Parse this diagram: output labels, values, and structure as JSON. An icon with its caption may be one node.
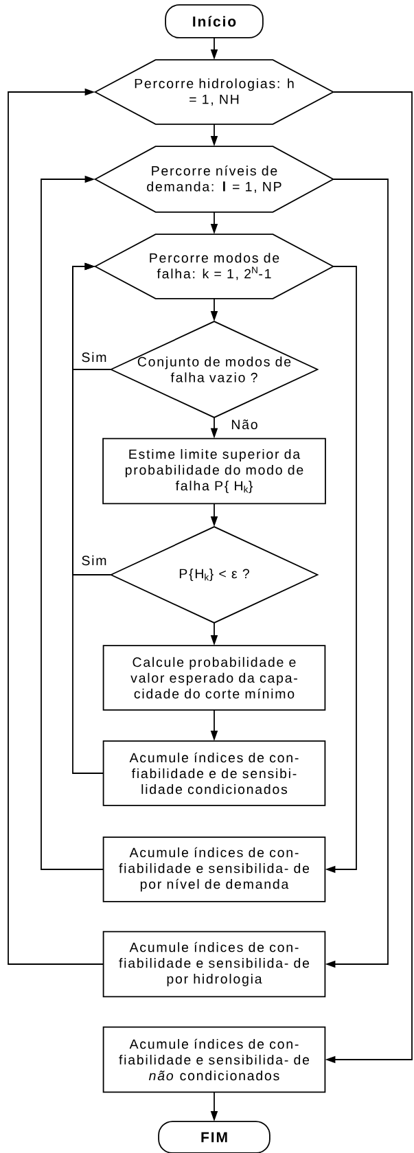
{
  "diagram": {
    "nodes": [
      {
        "text": [
          "Início"
        ]
      },
      {
        "text": [
          "Percorre hidrologias: h = 1, NH"
        ]
      },
      {
        "text": [
          "Percorre níveis de demanda: **l** = 1, NP"
        ]
      },
      {
        "text": [
          "Percorre modos de falha: k = 1, 2$^{N}$-1"
        ]
      },
      {
        "text": [
          "Conjunto de modos de falha vazio ?"
        ]
      },
      {
        "text": [
          "Estime limite superior da probabilidade do modo de falha P{ H$_{k}$}"
        ]
      },
      {
        "text": [
          "P{H$_{k}$} < ε ?"
        ]
      },
      {
        "text": [
          "Calcule probabilidade e valor esperado da capa- cidade do corte mínimo"
        ]
      },
      {
        "text": [
          "Acumule índices de con- fiabilidade e de sensibi- lidade condicionados"
        ]
      },
      {
        "text": [
          "Acumule índices de con- fiabilidade e sensibilida- de por nível de demanda"
        ]
      },
      {
        "text": [
          "Acumule índices de con- fiabilidade e sensibilida- de por hidrologia"
        ]
      },
      {
        "text": [
          "Acumule índices de con- fiabilidade e sensibilida- de *não* condicionados"
        ]
      },
      {
        "text": [
          "FIM"
        ]
      }
    ],
    "edges": [
      {
        "from": 0,
        "to": 1,
        "arrow": "to"
      },
      {
        "from": 1,
        "to": 2,
        "arrow": "to"
      },
      {
        "from": 2,
        "to": 3,
        "arrow": "to"
      },
      {
        "from": 3,
        "to": 4,
        "arrow": "to"
      },
      {
        "from": 4,
        "to": 5,
        "arrow": "to",
        "label": "Não"
      },
      {
        "from": 5,
        "to": 6,
        "arrow": "to"
      },
      {
        "from": 6,
        "to": 7,
        "arrow": "to"
      },
      {
        "from": 7,
        "to": 8,
        "arrow": "to"
      },
      {
        "from": 4,
        "to": 3,
        "arrow": "to",
        "label": "Sim"
      },
      {
        "from": 6,
        "to": 3,
        "arrow": "to",
        "label": "Sim"
      },
      {
        "from": 8,
        "to": 3,
        "arrow": "to"
      },
      {
        "from": 3,
        "to": 9,
        "arrow": "to"
      },
      {
        "from": 9,
        "to": 2,
        "arrow": "to"
      },
      {
        "from": 2,
        "to": 10,
        "arrow": "to"
      },
      {
        "from": 10,
        "to": 1,
        "arrow": "to"
      },
      {
        "from": 1,
        "to": 11,
        "arrow": "to"
      },
      {
        "from": 11,
        "to": 12,
        "arrow": "to"
      }
    ]
  }
}
